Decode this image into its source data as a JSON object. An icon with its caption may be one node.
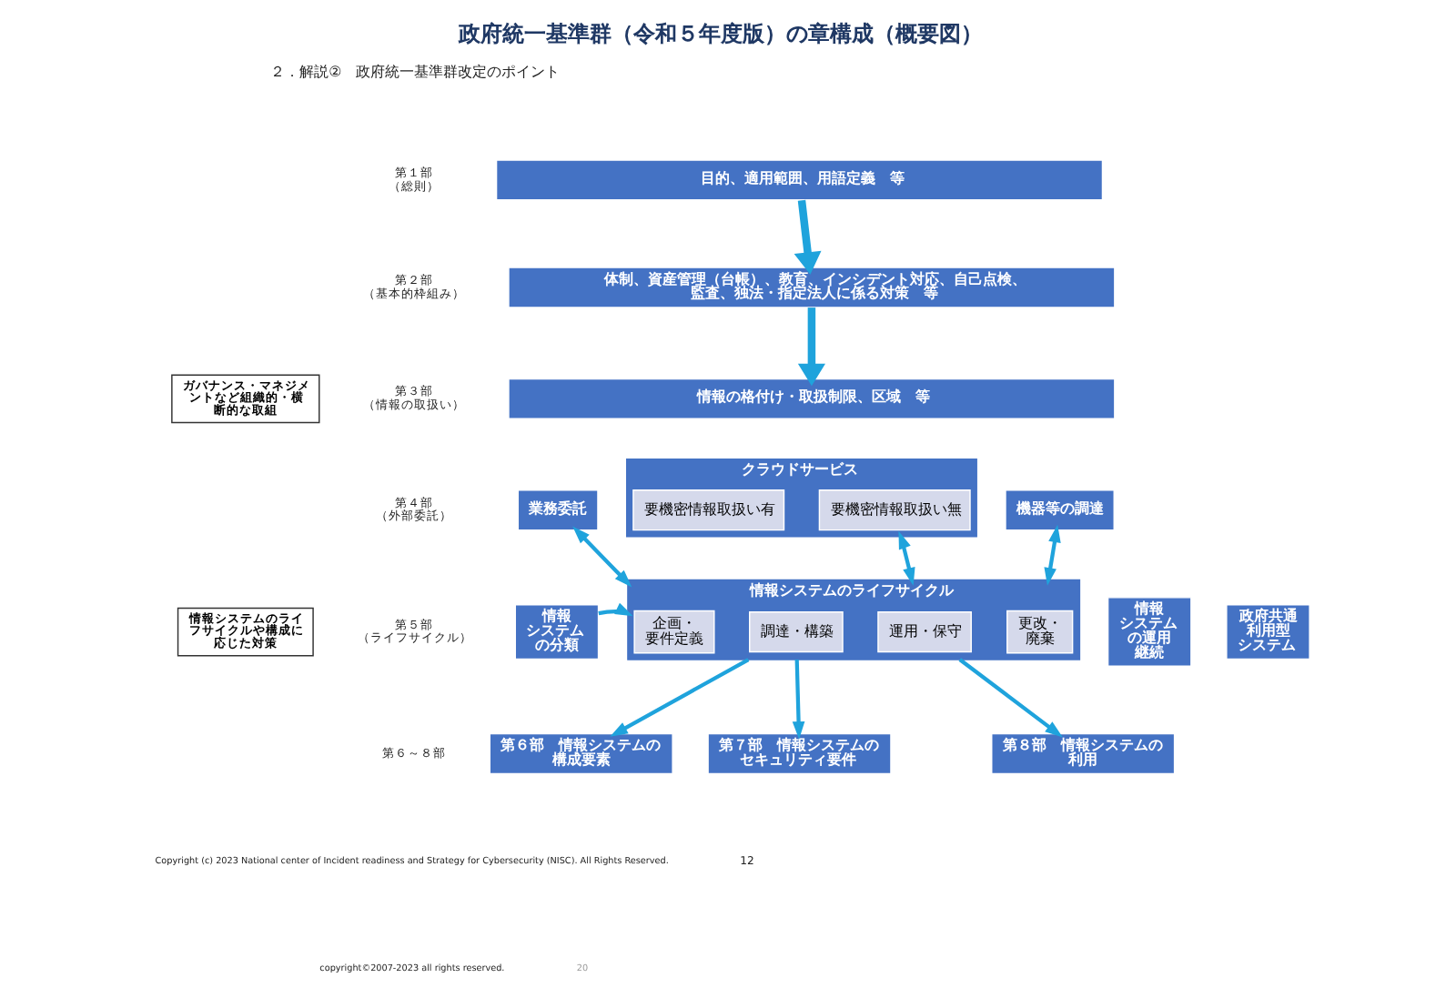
{
  "diagram": {
    "title": "政府統一基準群（令和５年度版）の章構成（概要図）",
    "nodes": [
      {
        "text": [
          "目的、適用範囲、用語定義　等"
        ]
      },
      {
        "text": [
          "体制、資産管理（台帳）、教育、インシデント対応、自己点検、監査、独法・指定法人に係る対策　等"
        ]
      },
      {
        "text": [
          "ガバナンス・マネジメントなど組織的・横断的な取組"
        ]
      },
      {
        "text": [
          "情報の格付け・取扱制限、区域　等"
        ]
      },
      {
        "text": [
          "業務委託"
        ]
      },
      {
        "text": [
          "クラウドサービス"
        ]
      },
      {
        "text": [
          "要機密情報取扱い有"
        ],
        "in": 5
      },
      {
        "text": [
          "要機密情報取扱い無"
        ],
        "in": 5
      },
      {
        "text": [
          "機器等の調達"
        ]
      },
      {
        "text": [
          "情報システムの分類"
        ]
      },
      {
        "text": [
          "情報システムのライフサイクル"
        ]
      },
      {
        "text": [
          "企画・要件定義"
        ],
        "in": 10
      },
      {
        "text": [
          "調達・構築"
        ],
        "in": 10
      },
      {
        "text": [
          "運用・保守"
        ],
        "in": 10
      },
      {
        "text": [
          "更改・廃棄"
        ],
        "in": 10
      },
      {
        "text": [
          "情報システムの運用継続"
        ]
      },
      {
        "text": [
          "政府共通利用型システム"
        ]
      },
      {
        "text": [
          "情報システムのライフサイクルや構成に応じた対策"
        ]
      },
      {
        "text": [
          "第６部　情報システムの構成要素"
        ]
      },
      {
        "text": [
          "第７部　情報システムのセキュリティ要件"
        ]
      },
      {
        "text": [
          "第８部　情報システムの利用"
        ]
      }
    ],
    "edges": [
      {
        "from": 0,
        "to": 1,
        "arrow": "to",
        "style": "thick"
      },
      {
        "from": 1,
        "to": 3,
        "arrow": "to",
        "style": "thick"
      },
      {
        "from": 4,
        "to": 10,
        "arrow": "both"
      },
      {
        "from": 5,
        "to": 10,
        "arrow": "both"
      },
      {
        "from": 8,
        "to": 10,
        "arrow": "both"
      },
      {
        "from": 9,
        "to": 10,
        "arrow": "to"
      },
      {
        "from": 10,
        "to": 18,
        "arrow": "to"
      },
      {
        "from": 10,
        "to": 19,
        "arrow": "to"
      },
      {
        "from": 10,
        "to": 20,
        "arrow": "to"
      }
    ],
    "labels": [
      "２．解説②　政府統一基準群改定のポイント",
      "第１部（総則）",
      "第２部（基本的枠組み）",
      "第３部（情報の取扱い）",
      "第４部（外部委託）",
      "第５部（ライフサイクル）",
      "第６～８部",
      "Copyright (c) 2023 National center of Incident readiness and Strategy for Cybersecurity (NISC). All Rights Reserved.",
      "12",
      "copyright©2007-2023 all rights reserved.",
      "20"
    ]
  }
}
